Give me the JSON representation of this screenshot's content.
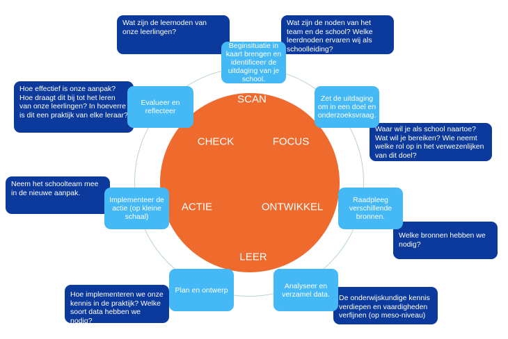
{
  "center_labels": {
    "scan": "SCAN",
    "check": "CHECK",
    "focus": "FOCUS",
    "actie": "ACTIE",
    "ontwikkel": "ONTWIKKEL",
    "leer": "LEER"
  },
  "steps": [
    "Beginsituatie in kaart brengen en identificeer de uitdaging van je school.",
    "Zet de uitdaging om in een doel en onderzoeksvraag.",
    "Raadpleeg verschillende bronnen.",
    "Analyseer en verzamel data.",
    "Plan en ontwerp",
    "Implementeer de actie (op kleine schaal)",
    "Evalueer en reflecteer"
  ],
  "questions": [
    "Wat zijn de leernoden van onze leerlingen?",
    "Wat zijn de noden van het team en de school?  Welke leerdnoden ervaren wij als schoolleiding?",
    "Waar wil je als school naartoe? Wat wil je bereiken?  Wie neemt welke rol op in het verwezenlijken van dit doel?",
    "Welke bronnen hebben we nodig?",
    "De onderwijskundige kennis verdiepen en vaardigheden verfijnen (op meso-niveau)",
    "Hoe implementeren we onze kennis in de praktijk? Welke soort data hebben we nodig?",
    "Neem het schoolteam mee in de nieuwe aanpak.",
    "Hoe effectief is onze aanpak? Hoe draagt dit bij tot het leren van onze leerlingen? In hoeverre is dit een praktijk van elke leraar?"
  ]
}
